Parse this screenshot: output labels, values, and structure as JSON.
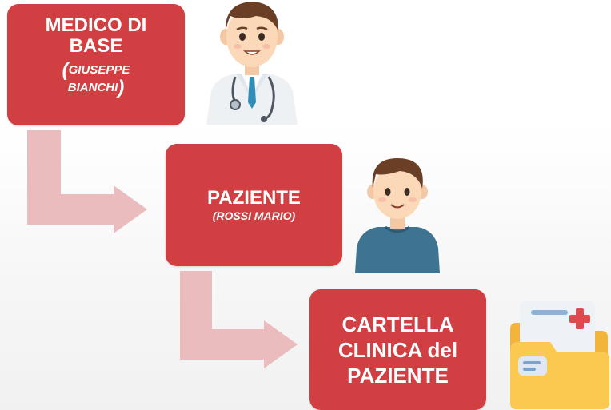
{
  "nodes": [
    {
      "id": "medico",
      "title_lines": [
        "MEDICO DI",
        "BASE"
      ],
      "subtitle_lines": [
        "GIUSEPPE",
        "BIANCHI"
      ]
    },
    {
      "id": "paziente",
      "title_lines": [
        "PAZIENTE"
      ],
      "subtitle_lines": [
        "(ROSSI MARIO)"
      ]
    },
    {
      "id": "cartella",
      "title_lines": [
        "CARTELLA",
        "CLINICA del",
        "PAZIENTE"
      ]
    }
  ],
  "colors": {
    "box": "#d13f42",
    "arrow": "#ebbcbd",
    "text": "#ffffff"
  },
  "icons": [
    "doctor-icon",
    "patient-icon",
    "medical-folder-icon"
  ]
}
